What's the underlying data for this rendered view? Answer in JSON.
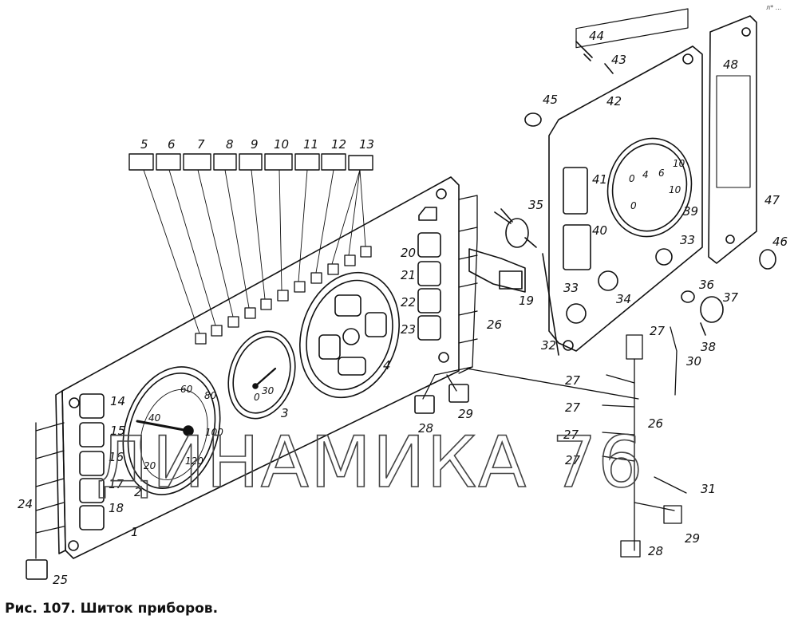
{
  "caption": "Рис. 107. Шиток приборов.",
  "watermark": "ДИНАМИКА 76",
  "corner_mark": "л* ...",
  "speedometer_scale": [
    "20",
    "40",
    "60",
    "80",
    "100",
    "120"
  ],
  "gauge3_scale": [
    "0",
    "30"
  ],
  "panel42_scale_upper": [
    "0",
    "4",
    "6",
    "10"
  ],
  "panel42_scale_lower": [
    "0",
    "10"
  ],
  "callouts": [
    "1",
    "2",
    "3",
    "4",
    "5",
    "6",
    "7",
    "8",
    "9",
    "10",
    "11",
    "12",
    "13",
    "14",
    "15",
    "16",
    "17",
    "18",
    "19",
    "20",
    "21",
    "22",
    "23",
    "24",
    "25",
    "26",
    "26",
    "27",
    "27",
    "27",
    "27",
    "27",
    "28",
    "28",
    "29",
    "29",
    "30",
    "31",
    "32",
    "33",
    "33",
    "34",
    "35",
    "36",
    "37",
    "38",
    "39",
    "40",
    "41",
    "42",
    "43",
    "44",
    "45",
    "46",
    "47",
    "48"
  ]
}
